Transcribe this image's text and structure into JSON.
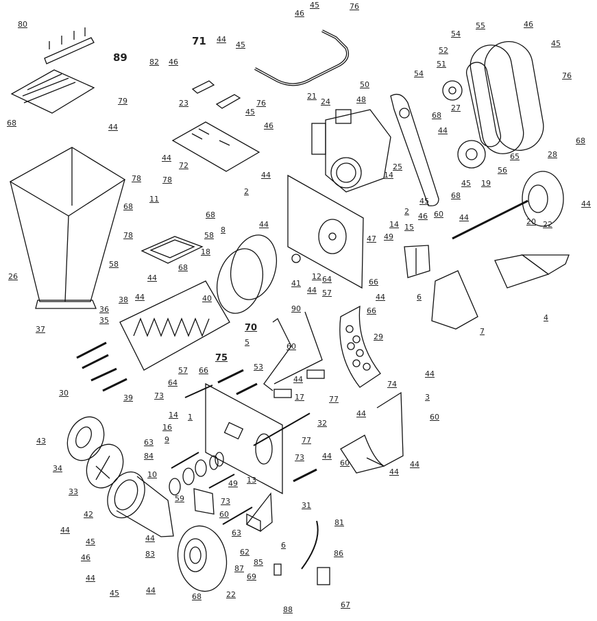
{
  "diagram": {
    "type": "exploded-parts-view",
    "part_labels": [
      "80",
      "89",
      "79",
      "68",
      "44",
      "26",
      "71",
      "44",
      "82",
      "46",
      "45",
      "76",
      "45",
      "23",
      "46",
      "44",
      "72",
      "44",
      "2",
      "46",
      "45",
      "76",
      "21",
      "24",
      "50",
      "48",
      "54",
      "54",
      "55",
      "52",
      "51",
      "27",
      "68",
      "46",
      "45",
      "76",
      "28",
      "44",
      "25",
      "14",
      "68",
      "45",
      "19",
      "56",
      "65",
      "68",
      "44",
      "20",
      "22",
      "2",
      "45",
      "46",
      "15",
      "14",
      "49",
      "47",
      "60",
      "44",
      "78",
      "78",
      "11",
      "68",
      "68",
      "58",
      "78",
      "58",
      "68",
      "44",
      "44",
      "18",
      "8",
      "44",
      "12",
      "41",
      "64",
      "57",
      "66",
      "44",
      "66",
      "44",
      "90",
      "60",
      "29",
      "40",
      "38",
      "36",
      "35",
      "70",
      "5",
      "6",
      "7",
      "4",
      "37",
      "30",
      "39",
      "43",
      "34",
      "33",
      "42",
      "44",
      "45",
      "46",
      "44",
      "45",
      "44",
      "83",
      "44",
      "68",
      "22",
      "87",
      "62",
      "63",
      "6",
      "60",
      "73",
      "49",
      "13",
      "59",
      "10",
      "84",
      "63",
      "9",
      "16",
      "14",
      "1",
      "73",
      "64",
      "57",
      "66",
      "75",
      "53",
      "17",
      "44",
      "77",
      "32",
      "77",
      "73",
      "44",
      "31",
      "85",
      "69",
      "88",
      "81",
      "86",
      "67",
      "74",
      "44",
      "3",
      "44",
      "60",
      "60",
      "44",
      "44"
    ]
  }
}
